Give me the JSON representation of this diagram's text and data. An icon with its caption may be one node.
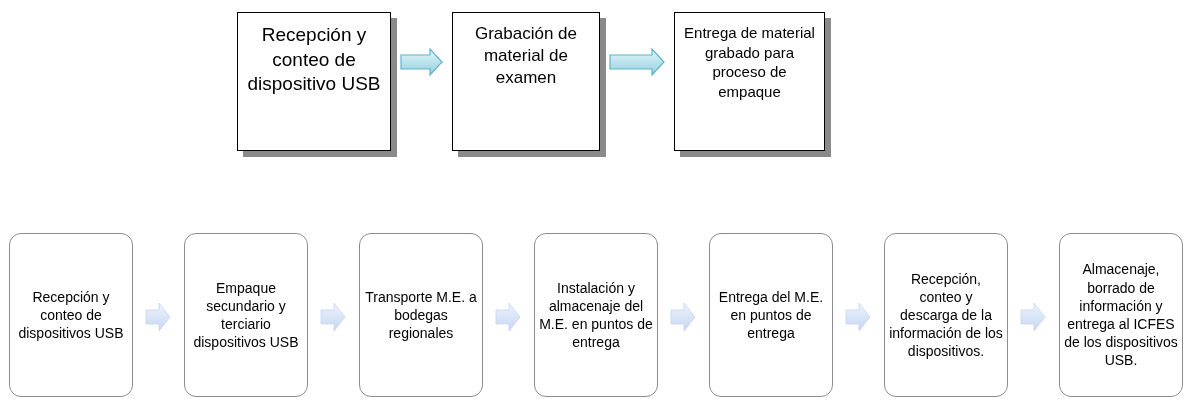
{
  "diagram": {
    "nodes": [
      {
        "text": [
          "Recepción y conteo de dispositivo USB"
        ]
      },
      {
        "text": [
          "Grabación de material de examen"
        ]
      },
      {
        "text": [
          "Entrega de material grabado para proceso de empaque"
        ]
      },
      {
        "text": [
          "Recepción y conteo de dispositivos USB"
        ]
      },
      {
        "text": [
          "Empaque secundario y terciario dispositivos USB"
        ]
      },
      {
        "text": [
          "Transporte M.E. a bodegas regionales"
        ]
      },
      {
        "text": [
          "Instalación y almacenaje del M.E. en puntos de entrega"
        ]
      },
      {
        "text": [
          "Entrega del M.E. en puntos de entrega"
        ]
      },
      {
        "text": [
          "Recepción, conteo y descarga de la información de los dispositivos."
        ]
      },
      {
        "text": [
          "Almacenaje, borrado de información y entrega al ICFES de los dispositivos USB."
        ]
      }
    ],
    "edges": [
      {
        "from": 0,
        "to": 1,
        "arrow": "to"
      },
      {
        "from": 1,
        "to": 2,
        "arrow": "to"
      },
      {
        "from": 3,
        "to": 4,
        "arrow": "to"
      },
      {
        "from": 4,
        "to": 5,
        "arrow": "to"
      },
      {
        "from": 5,
        "to": 6,
        "arrow": "to"
      },
      {
        "from": 6,
        "to": 7,
        "arrow": "to"
      },
      {
        "from": 7,
        "to": 8,
        "arrow": "to"
      },
      {
        "from": 8,
        "to": 9,
        "arrow": "to"
      }
    ]
  }
}
